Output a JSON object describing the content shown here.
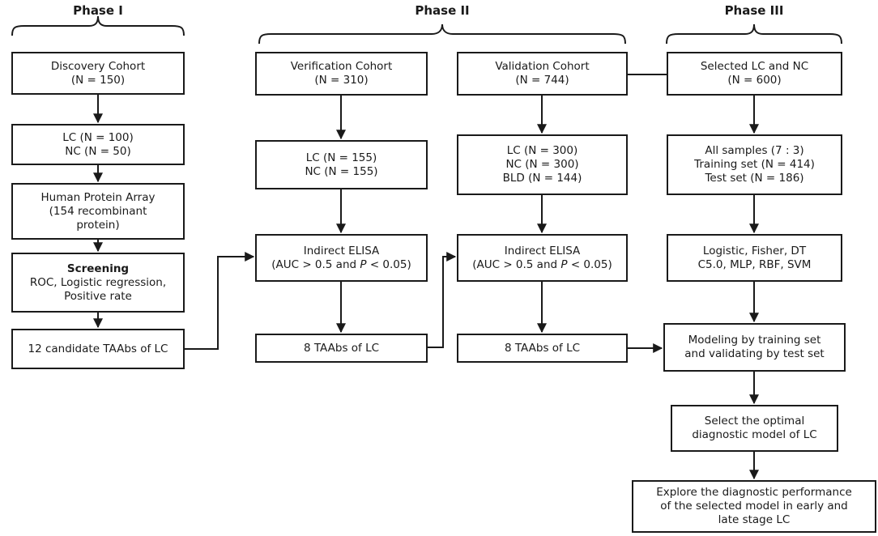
{
  "phases": {
    "p1": "Phase I",
    "p2": "Phase II",
    "p3": "Phase III"
  },
  "phase1": {
    "discovery": {
      "line1": "Discovery Cohort",
      "line2": "(N = 150)"
    },
    "groups": {
      "line1": "LC (N = 100)",
      "line2": "NC (N = 50)"
    },
    "array": {
      "line1": "Human Protein Array",
      "line2": "(154 recombinant",
      "line3": "protein)"
    },
    "screening": {
      "title": "Screening",
      "line1": "ROC, Logistic regression,",
      "line2": "Positive rate"
    },
    "candidates": "12 candidate TAAbs of LC"
  },
  "phase2": {
    "verification": {
      "line1": "Verification Cohort",
      "line2": "(N = 310)"
    },
    "verification_groups": {
      "line1": "LC (N = 155)",
      "line2": "NC (N = 155)"
    },
    "verification_elisa": {
      "line1": "Indirect ELISA",
      "line2_prefix": "(AUC > 0.5 and ",
      "line2_p": "P",
      "line2_suffix": " < 0.05)"
    },
    "verification_result": "8 TAAbs of LC",
    "validation": {
      "line1": "Validation Cohort",
      "line2": "(N = 744)"
    },
    "validation_groups": {
      "line1": "LC (N = 300)",
      "line2": "NC (N = 300)",
      "line3": "BLD (N = 144)"
    },
    "validation_elisa": {
      "line1": "Indirect ELISA",
      "line2_prefix": "(AUC > 0.5 and ",
      "line2_p": "P",
      "line2_suffix": " < 0.05)"
    },
    "validation_result": "8 TAAbs of LC"
  },
  "phase3": {
    "selected": {
      "line1": "Selected LC and NC",
      "line2": "(N = 600)"
    },
    "split": {
      "line1": "All samples (7 : 3)",
      "line2": "Training set (N = 414)",
      "line3": "Test set (N = 186)"
    },
    "methods": {
      "line1": "Logistic, Fisher, DT",
      "line2": "C5.0, MLP, RBF, SVM"
    },
    "modeling": {
      "line1": "Modeling by training set",
      "line2": "and validating by test set"
    },
    "optimal": {
      "line1": "Select the optimal",
      "line2": "diagnostic model of LC"
    },
    "explore": {
      "line1": "Explore the diagnostic performance",
      "line2": "of the selected model in early and",
      "line3": "late stage LC"
    }
  }
}
